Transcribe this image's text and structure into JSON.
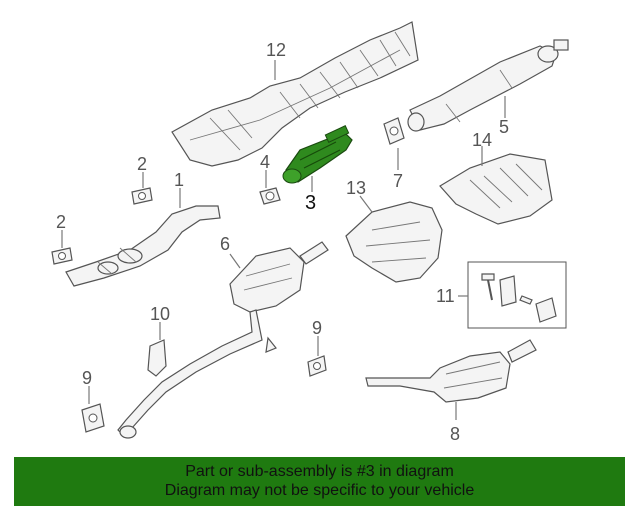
{
  "diagram": {
    "highlighted_part": "3",
    "highlight_color": "#2f8a1e",
    "callouts": [
      "1",
      "2",
      "2",
      "3",
      "4",
      "5",
      "6",
      "7",
      "8",
      "9",
      "9",
      "10",
      "11",
      "12",
      "13",
      "14"
    ]
  },
  "banner": {
    "line1": "Part or sub-assembly is #3 in diagram",
    "line2": "Diagram may not be specific to your vehicle",
    "background": "#1f7a10"
  }
}
